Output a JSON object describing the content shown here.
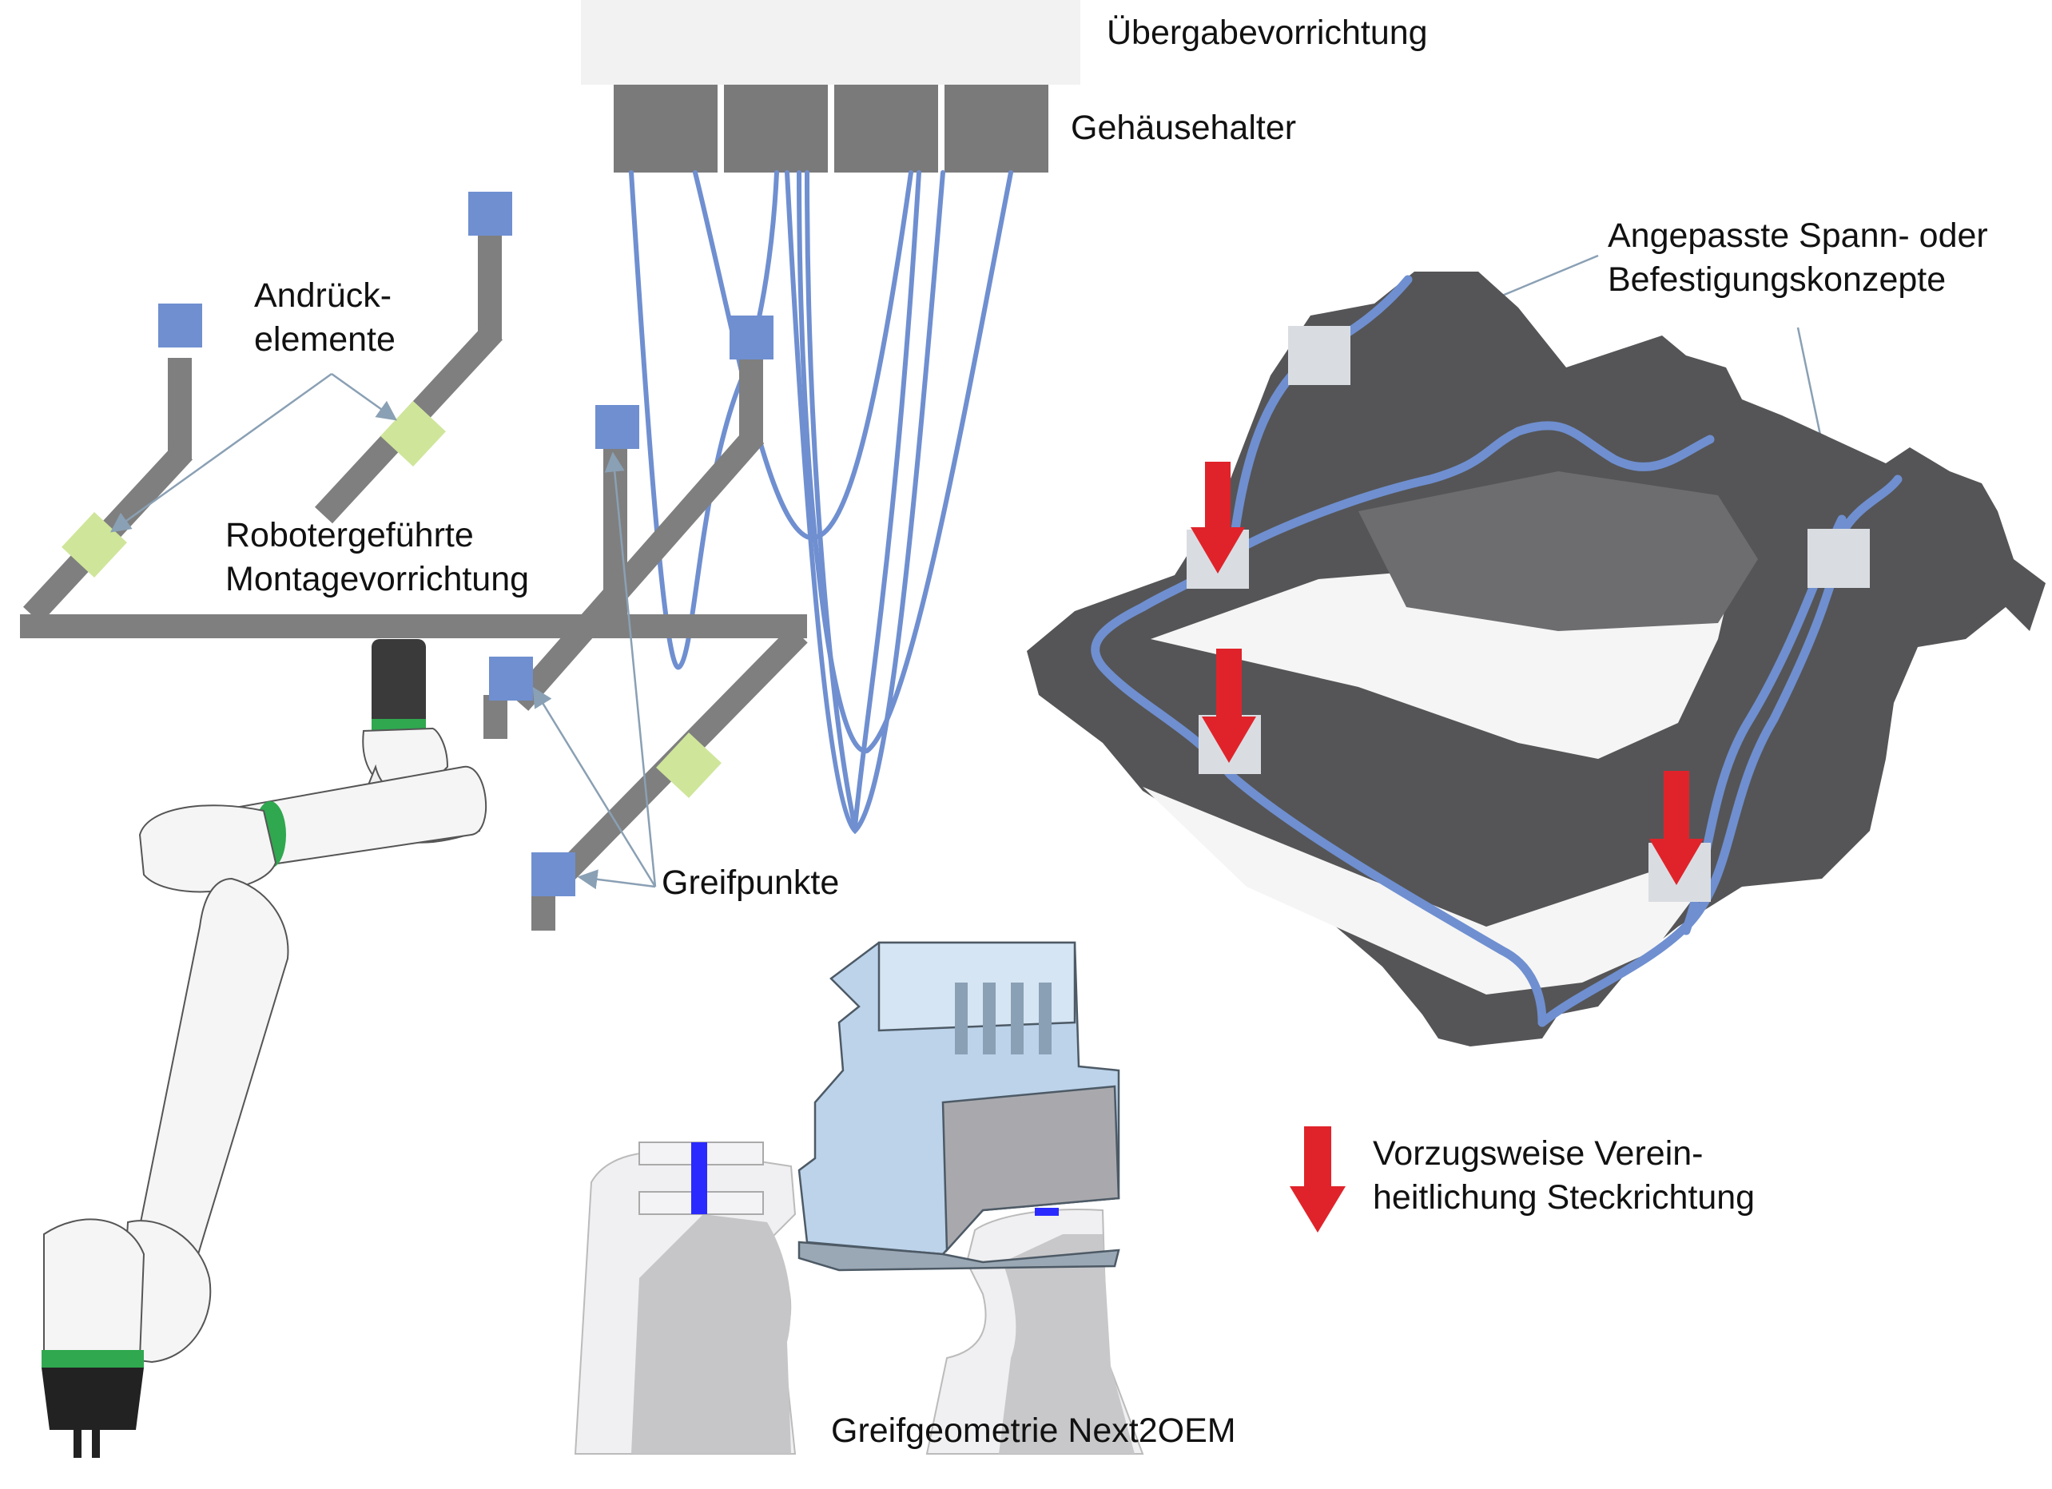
{
  "labels": {
    "uebergabe": "Übergabevorrichtung",
    "gehaeuse": "Gehäusehalter",
    "andrueck_1": "Andrück-",
    "andrueck_2": "elemente",
    "robot_1": "Robotergeführte",
    "robot_2": "Montagevorrichtung",
    "greifpunkte": "Greifpunkte",
    "angepasst_1": "Angepasste Spann- oder",
    "angepasst_2": "Befestigungskonzepte",
    "vorzug_1": "Vorzugsweise Verein-",
    "vorzug_2": "heitlichung Steckrichtung",
    "greifgeometrie": "Greifgeometrie Next2OEM"
  },
  "colors": {
    "cable": "#6f8fd0",
    "fixture": "#7f7f7f",
    "grip_point": "#6f8fd0",
    "press_element": "#cfe69a",
    "arrow": "#e0232a",
    "clamp": "#d9dde2",
    "transfer_bar": "#f2f2f2",
    "holder": "#7a7a7a",
    "connector": "#bcd3ea",
    "gripper_blue": "#2a2aff",
    "robot_ring": "#2fa84f"
  },
  "icons": [
    "robot-arm-icon",
    "vehicle-frame-icon",
    "connector-housing-icon",
    "gripper-finger-icon",
    "insertion-direction-arrow-icon"
  ]
}
